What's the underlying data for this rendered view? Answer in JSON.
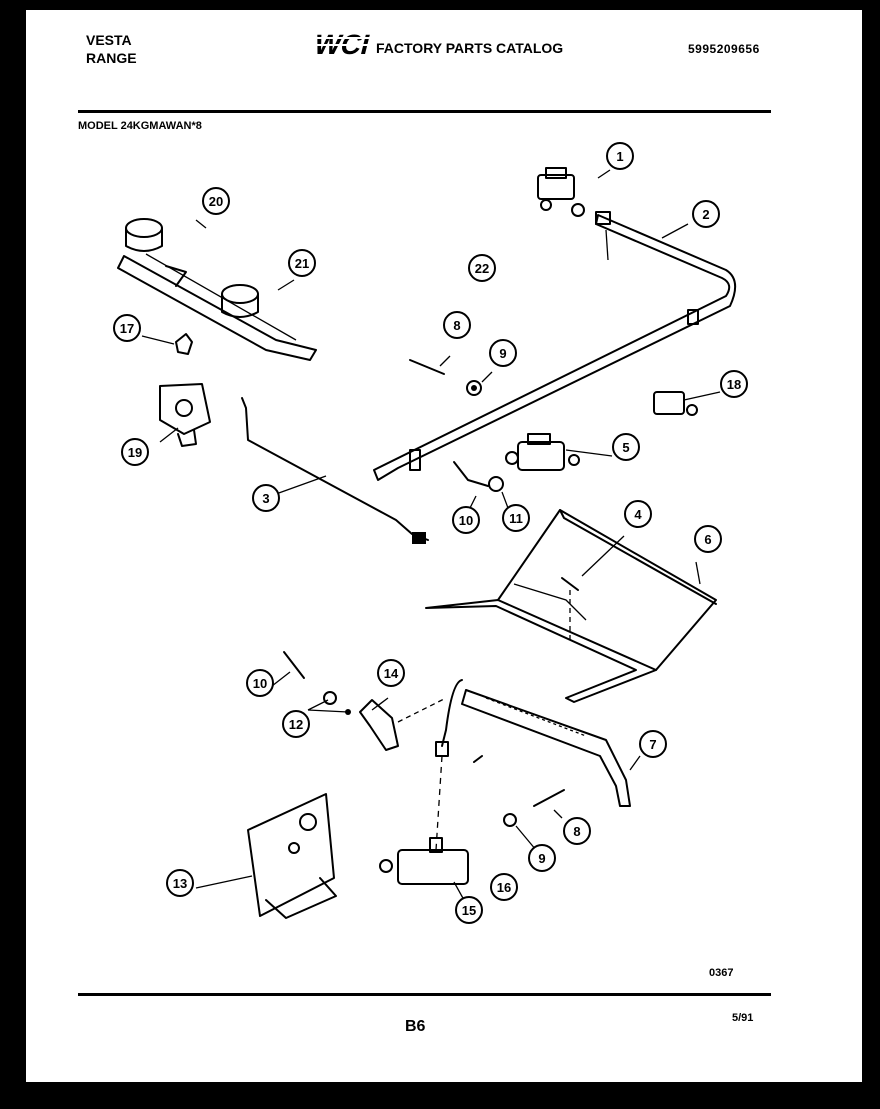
{
  "header": {
    "brand_line1": "VESTA",
    "brand_line2": "RANGE",
    "logo_text": "WCI",
    "catalog_title": "FACTORY PARTS CATALOG",
    "catalog_number": "5995209656"
  },
  "model": "MODEL 24KGMAWAN*8",
  "footer": {
    "ref_code": "0367",
    "page_number": "B6",
    "date": "5/91"
  },
  "callouts": [
    "1",
    "2",
    "3",
    "4",
    "5",
    "6",
    "7",
    "8",
    "9",
    "10",
    "11",
    "12",
    "13",
    "14",
    "15",
    "16",
    "17",
    "18",
    "19",
    "20",
    "21",
    "22"
  ],
  "callout_labels": {
    "c1": "1",
    "c2": "2",
    "c3": "3",
    "c4": "4",
    "c5": "5",
    "c6": "6",
    "c7": "7",
    "c8a": "8",
    "c8b": "8",
    "c9a": "9",
    "c9b": "9",
    "c10a": "10",
    "c10b": "10",
    "c11": "11",
    "c12": "12",
    "c13": "13",
    "c14": "14",
    "c15": "15",
    "c16": "16",
    "c17": "17",
    "c18": "18",
    "c19": "19",
    "c20": "20",
    "c21": "21",
    "c22": "22"
  }
}
